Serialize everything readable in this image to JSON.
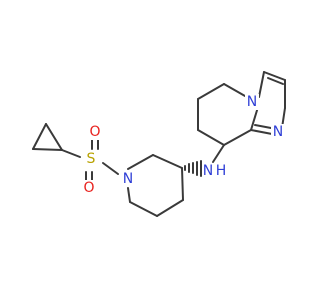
{
  "atoms": {
    "sulfonyl_s": {
      "symbol": "S",
      "color": "#b8a200"
    },
    "sulfonyl_o_top": {
      "symbol": "O",
      "color": "#e8211d"
    },
    "sulfonyl_o_bottom": {
      "symbol": "O",
      "color": "#e8211d"
    },
    "piperidine_n": {
      "symbol": "N",
      "color": "#2f3fd6"
    },
    "amine_n": {
      "symbol": "N",
      "color": "#2f3fd6"
    },
    "amine_h": {
      "symbol": "H",
      "color": "#2f3fd6"
    },
    "imidazole_n3": {
      "symbol": "N",
      "color": "#2f3fd6"
    },
    "bridgehead_n": {
      "symbol": "N",
      "color": "#2f3fd6"
    }
  },
  "bond_color": "#3a3a3a"
}
